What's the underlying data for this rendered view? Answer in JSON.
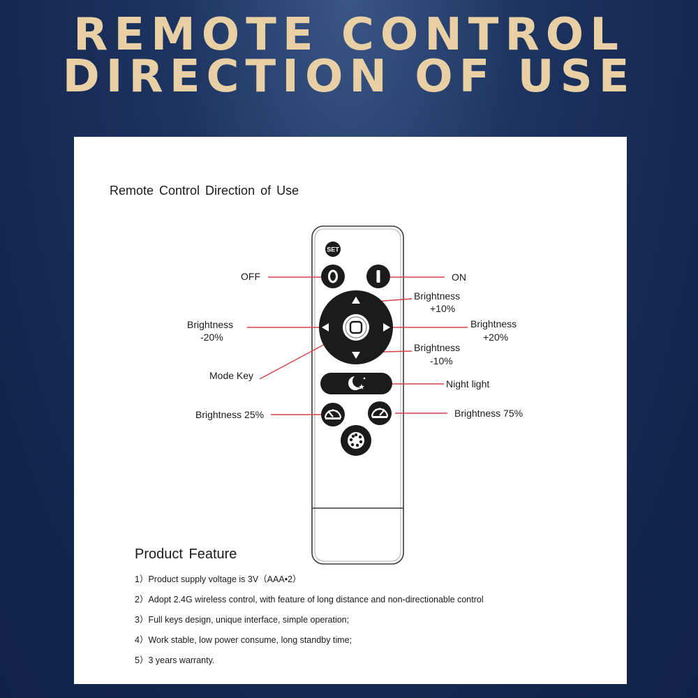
{
  "banner": {
    "line1": "REMOTE CONTROL",
    "line2": "DIRECTION OF USE"
  },
  "panel": {
    "title": "Remote Control Direction of Use"
  },
  "remote": {
    "set_label": "SET",
    "off_glyph": "O",
    "on_glyph": "I"
  },
  "labels": {
    "off": "OFF",
    "on": "ON",
    "brightness_up_line1": "Brightness",
    "brightness_up_line2": "+10%",
    "brightness_left_line1": "Brightness",
    "brightness_left_line2": "-20%",
    "brightness_right_line1": "Brightness",
    "brightness_right_line2": "+20%",
    "brightness_down_line1": "Brightness",
    "brightness_down_line2": "-10%",
    "mode_key": "Mode Key",
    "night_light": "Night light",
    "brightness_25": "Brightness 25%",
    "brightness_75": "Brightness 75%"
  },
  "product_feature": {
    "title": "Product Feature",
    "items": [
      "1）Product supply voltage is 3V（AAA•2）",
      "2）Adopt 2.4G wireless control, with feature of long distance and non-directionable control",
      "3）Full keys design, unique interface, simple operation;",
      "4）Work stable, low power consume, long standby time;",
      "5）3 years warranty."
    ]
  },
  "colors": {
    "banner_text": "#e9cfa4",
    "leader_line": "#d8404a",
    "button_fill": "#1b1b1b"
  },
  "icons": {
    "set": "set-icon",
    "off": "power-off-icon",
    "on": "power-on-icon",
    "up": "arrow-up-icon",
    "down": "arrow-down-icon",
    "left": "arrow-left-icon",
    "right": "arrow-right-icon",
    "mode": "mode-square-icon",
    "night": "moon-stars-icon",
    "gauge_low": "gauge-icon",
    "gauge_high": "gauge-icon",
    "dots": "dot-circle-icon"
  }
}
